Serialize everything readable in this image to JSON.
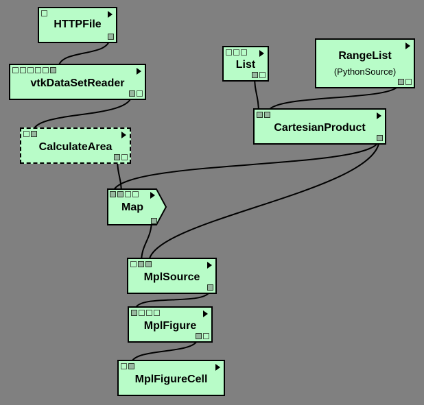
{
  "modules": {
    "httpfile": {
      "label": "HTTPFile"
    },
    "vtkreader": {
      "label": "vtkDataSetReader"
    },
    "calcarea": {
      "label": "CalculateArea"
    },
    "map": {
      "label": "Map"
    },
    "list": {
      "label": "List"
    },
    "rangelist": {
      "label": "RangeList",
      "subtitle": "(PythonSource)"
    },
    "cartesian": {
      "label": "CartesianProduct"
    },
    "mplsource": {
      "label": "MplSource"
    },
    "mplfigure": {
      "label": "MplFigure"
    },
    "mplfigurecell": {
      "label": "MplFigureCell"
    }
  },
  "colors": {
    "background": "#808080",
    "module_fill": "#b8fcc8",
    "port_connected": "#98b8a0"
  }
}
